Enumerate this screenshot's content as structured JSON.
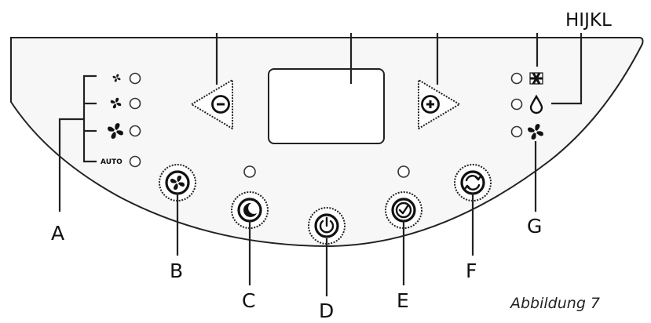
{
  "labels": {
    "A": "A",
    "B": "B",
    "C": "C",
    "D": "D",
    "E": "E",
    "F": "F",
    "G": "G",
    "top": "HIJKL"
  },
  "fan_auto_label": "AUTO",
  "caption": "Abbildung 7",
  "icons": {
    "fan_speeds": [
      "fan-low-icon",
      "fan-medium-icon",
      "fan-high-icon"
    ],
    "right_indicators": [
      "snowflake-icon",
      "water-drop-icon",
      "fan-icon"
    ],
    "buttons": {
      "B": "fan-icon",
      "C": "moon-icon",
      "D": "power-icon",
      "E": "timer-check-icon",
      "F": "swirl-icon"
    },
    "arrows": [
      "minus-icon",
      "plus-icon"
    ]
  },
  "colors": {
    "ink": "#111111",
    "panel_fill": "#f7f7f7",
    "background": "#ffffff"
  }
}
